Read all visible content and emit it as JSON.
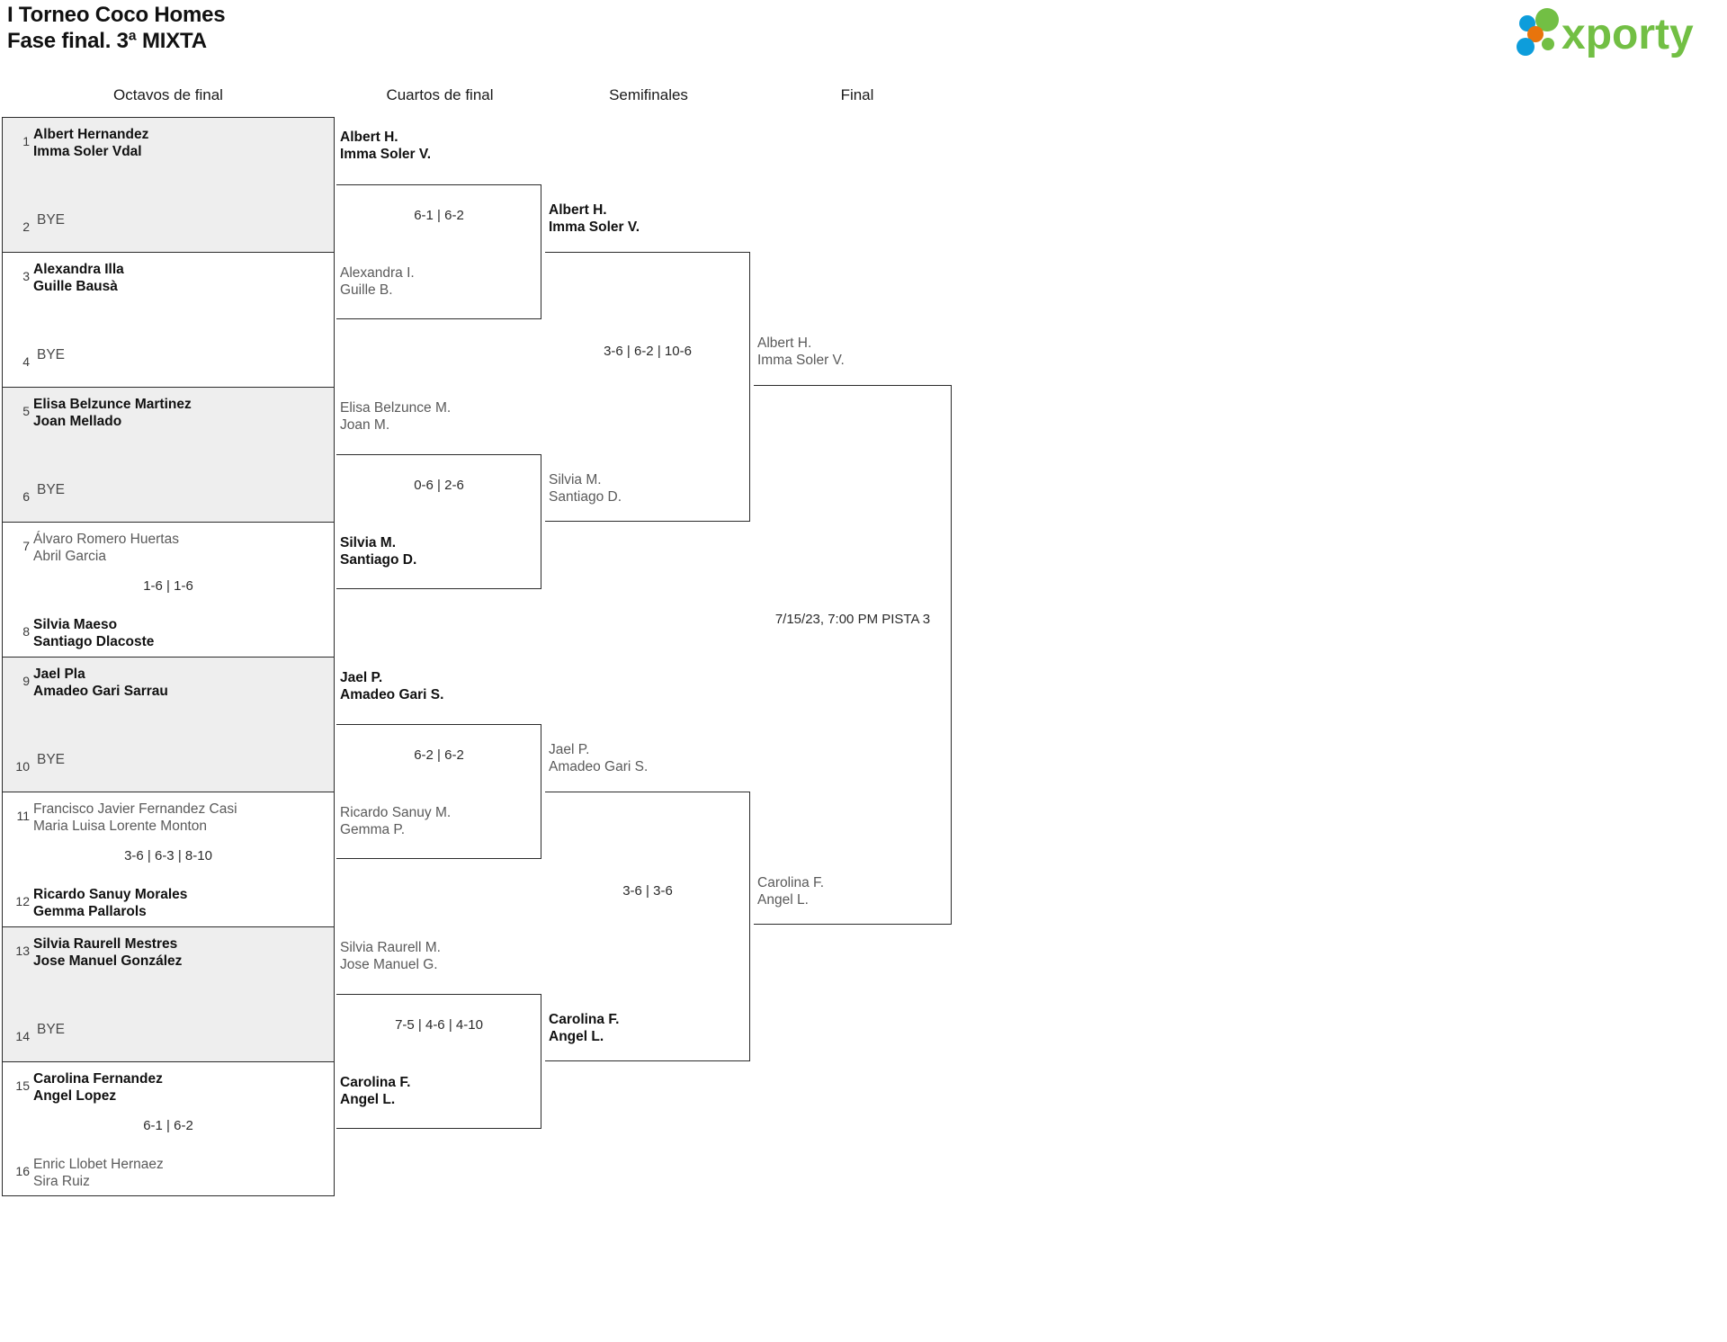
{
  "header": {
    "title_line1": "I Torneo Coco Homes",
    "title_line2": "Fase final. 3ª MIXTA",
    "logo_text": "xporty",
    "logo_colors": {
      "green": "#72bf44",
      "blue": "#0d9ddb",
      "orange": "#e8740c"
    }
  },
  "rounds": [
    {
      "label": "Octavos de final"
    },
    {
      "label": "Cuartos de final"
    },
    {
      "label": "Semifinales"
    },
    {
      "label": "Final"
    }
  ],
  "round1": {
    "matches": [
      {
        "shaded": true,
        "top": {
          "seed": "1",
          "line1": "Albert Hernandez",
          "line2": "Imma Soler Vdal",
          "state": "w"
        },
        "bottom": {
          "seed": "2",
          "bye": "BYE"
        },
        "score": ""
      },
      {
        "shaded": false,
        "top": {
          "seed": "3",
          "line1": "Alexandra Illa",
          "line2": "Guille Bausà",
          "state": "w"
        },
        "bottom": {
          "seed": "4",
          "bye": "BYE"
        },
        "score": ""
      },
      {
        "shaded": true,
        "top": {
          "seed": "5",
          "line1": "Elisa Belzunce Martinez",
          "line2": "Joan Mellado",
          "state": "w"
        },
        "bottom": {
          "seed": "6",
          "bye": "BYE"
        },
        "score": ""
      },
      {
        "shaded": false,
        "top": {
          "seed": "7",
          "line1": "Álvaro Romero Huertas",
          "line2": "Abril Garcia",
          "state": "l"
        },
        "bottom": {
          "seed": "8",
          "line1": "Silvia Maeso",
          "line2": "Santiago Dlacoste",
          "state": "w"
        },
        "score": "1-6 | 1-6"
      },
      {
        "shaded": true,
        "top": {
          "seed": "9",
          "line1": "Jael Pla",
          "line2": "Amadeo Gari Sarrau",
          "state": "w"
        },
        "bottom": {
          "seed": "10",
          "bye": "BYE"
        },
        "score": ""
      },
      {
        "shaded": false,
        "top": {
          "seed": "11",
          "line1": "Francisco Javier Fernandez Casi",
          "line2": "Maria Luisa Lorente Monton",
          "state": "l"
        },
        "bottom": {
          "seed": "12",
          "line1": "Ricardo Sanuy Morales",
          "line2": "Gemma Pallarols",
          "state": "w"
        },
        "score": "3-6 | 6-3 | 8-10"
      },
      {
        "shaded": true,
        "top": {
          "seed": "13",
          "line1": "Silvia Raurell Mestres",
          "line2": "Jose Manuel González",
          "state": "w"
        },
        "bottom": {
          "seed": "14",
          "bye": "BYE"
        },
        "score": ""
      },
      {
        "shaded": false,
        "top": {
          "seed": "15",
          "line1": "Carolina Fernandez",
          "line2": "Angel Lopez",
          "state": "w"
        },
        "bottom": {
          "seed": "16",
          "line1": "Enric Llobet Hernaez",
          "line2": "Sira Ruiz",
          "state": "l"
        },
        "score": "6-1 | 6-2"
      }
    ]
  },
  "round2": {
    "matches": [
      {
        "top": {
          "line1": "Albert H.",
          "line2": "Imma Soler V.",
          "state": "w"
        },
        "bottom": {
          "line1": "Alexandra I.",
          "line2": "Guille B.",
          "state": "l"
        },
        "score": "6-1 | 6-2"
      },
      {
        "top": {
          "line1": "Elisa Belzunce M.",
          "line2": "Joan M.",
          "state": "l"
        },
        "bottom": {
          "line1": "Silvia M.",
          "line2": "Santiago D.",
          "state": "w"
        },
        "score": "0-6 | 2-6"
      },
      {
        "top": {
          "line1": "Jael P.",
          "line2": "Amadeo Gari S.",
          "state": "w"
        },
        "bottom": {
          "line1": "Ricardo Sanuy M.",
          "line2": "Gemma P.",
          "state": "l"
        },
        "score": "6-2 | 6-2"
      },
      {
        "top": {
          "line1": "Silvia Raurell M.",
          "line2": "Jose Manuel G.",
          "state": "l"
        },
        "bottom": {
          "line1": "Carolina F.",
          "line2": "Angel L.",
          "state": "w"
        },
        "score": "7-5 | 4-6 | 4-10"
      }
    ]
  },
  "round3": {
    "matches": [
      {
        "top": {
          "line1": "Albert H.",
          "line2": "Imma Soler V.",
          "state": "w"
        },
        "bottom": {
          "line1": "Silvia M.",
          "line2": "Santiago D.",
          "state": "l"
        },
        "score": "3-6 | 6-2 | 10-6"
      },
      {
        "top": {
          "line1": "Jael P.",
          "line2": "Amadeo Gari S.",
          "state": "l"
        },
        "bottom": {
          "line1": "Carolina F.",
          "line2": "Angel L.",
          "state": "w"
        },
        "score": "3-6 | 3-6"
      }
    ]
  },
  "round4": {
    "matches": [
      {
        "top": {
          "line1": "Albert H.",
          "line2": "Imma Soler V.",
          "state": "l"
        },
        "bottom": {
          "line1": "Carolina F.",
          "line2": "Angel L.",
          "state": "l"
        },
        "score": "7/15/23, 7:00 PM PISTA 3"
      }
    ]
  }
}
